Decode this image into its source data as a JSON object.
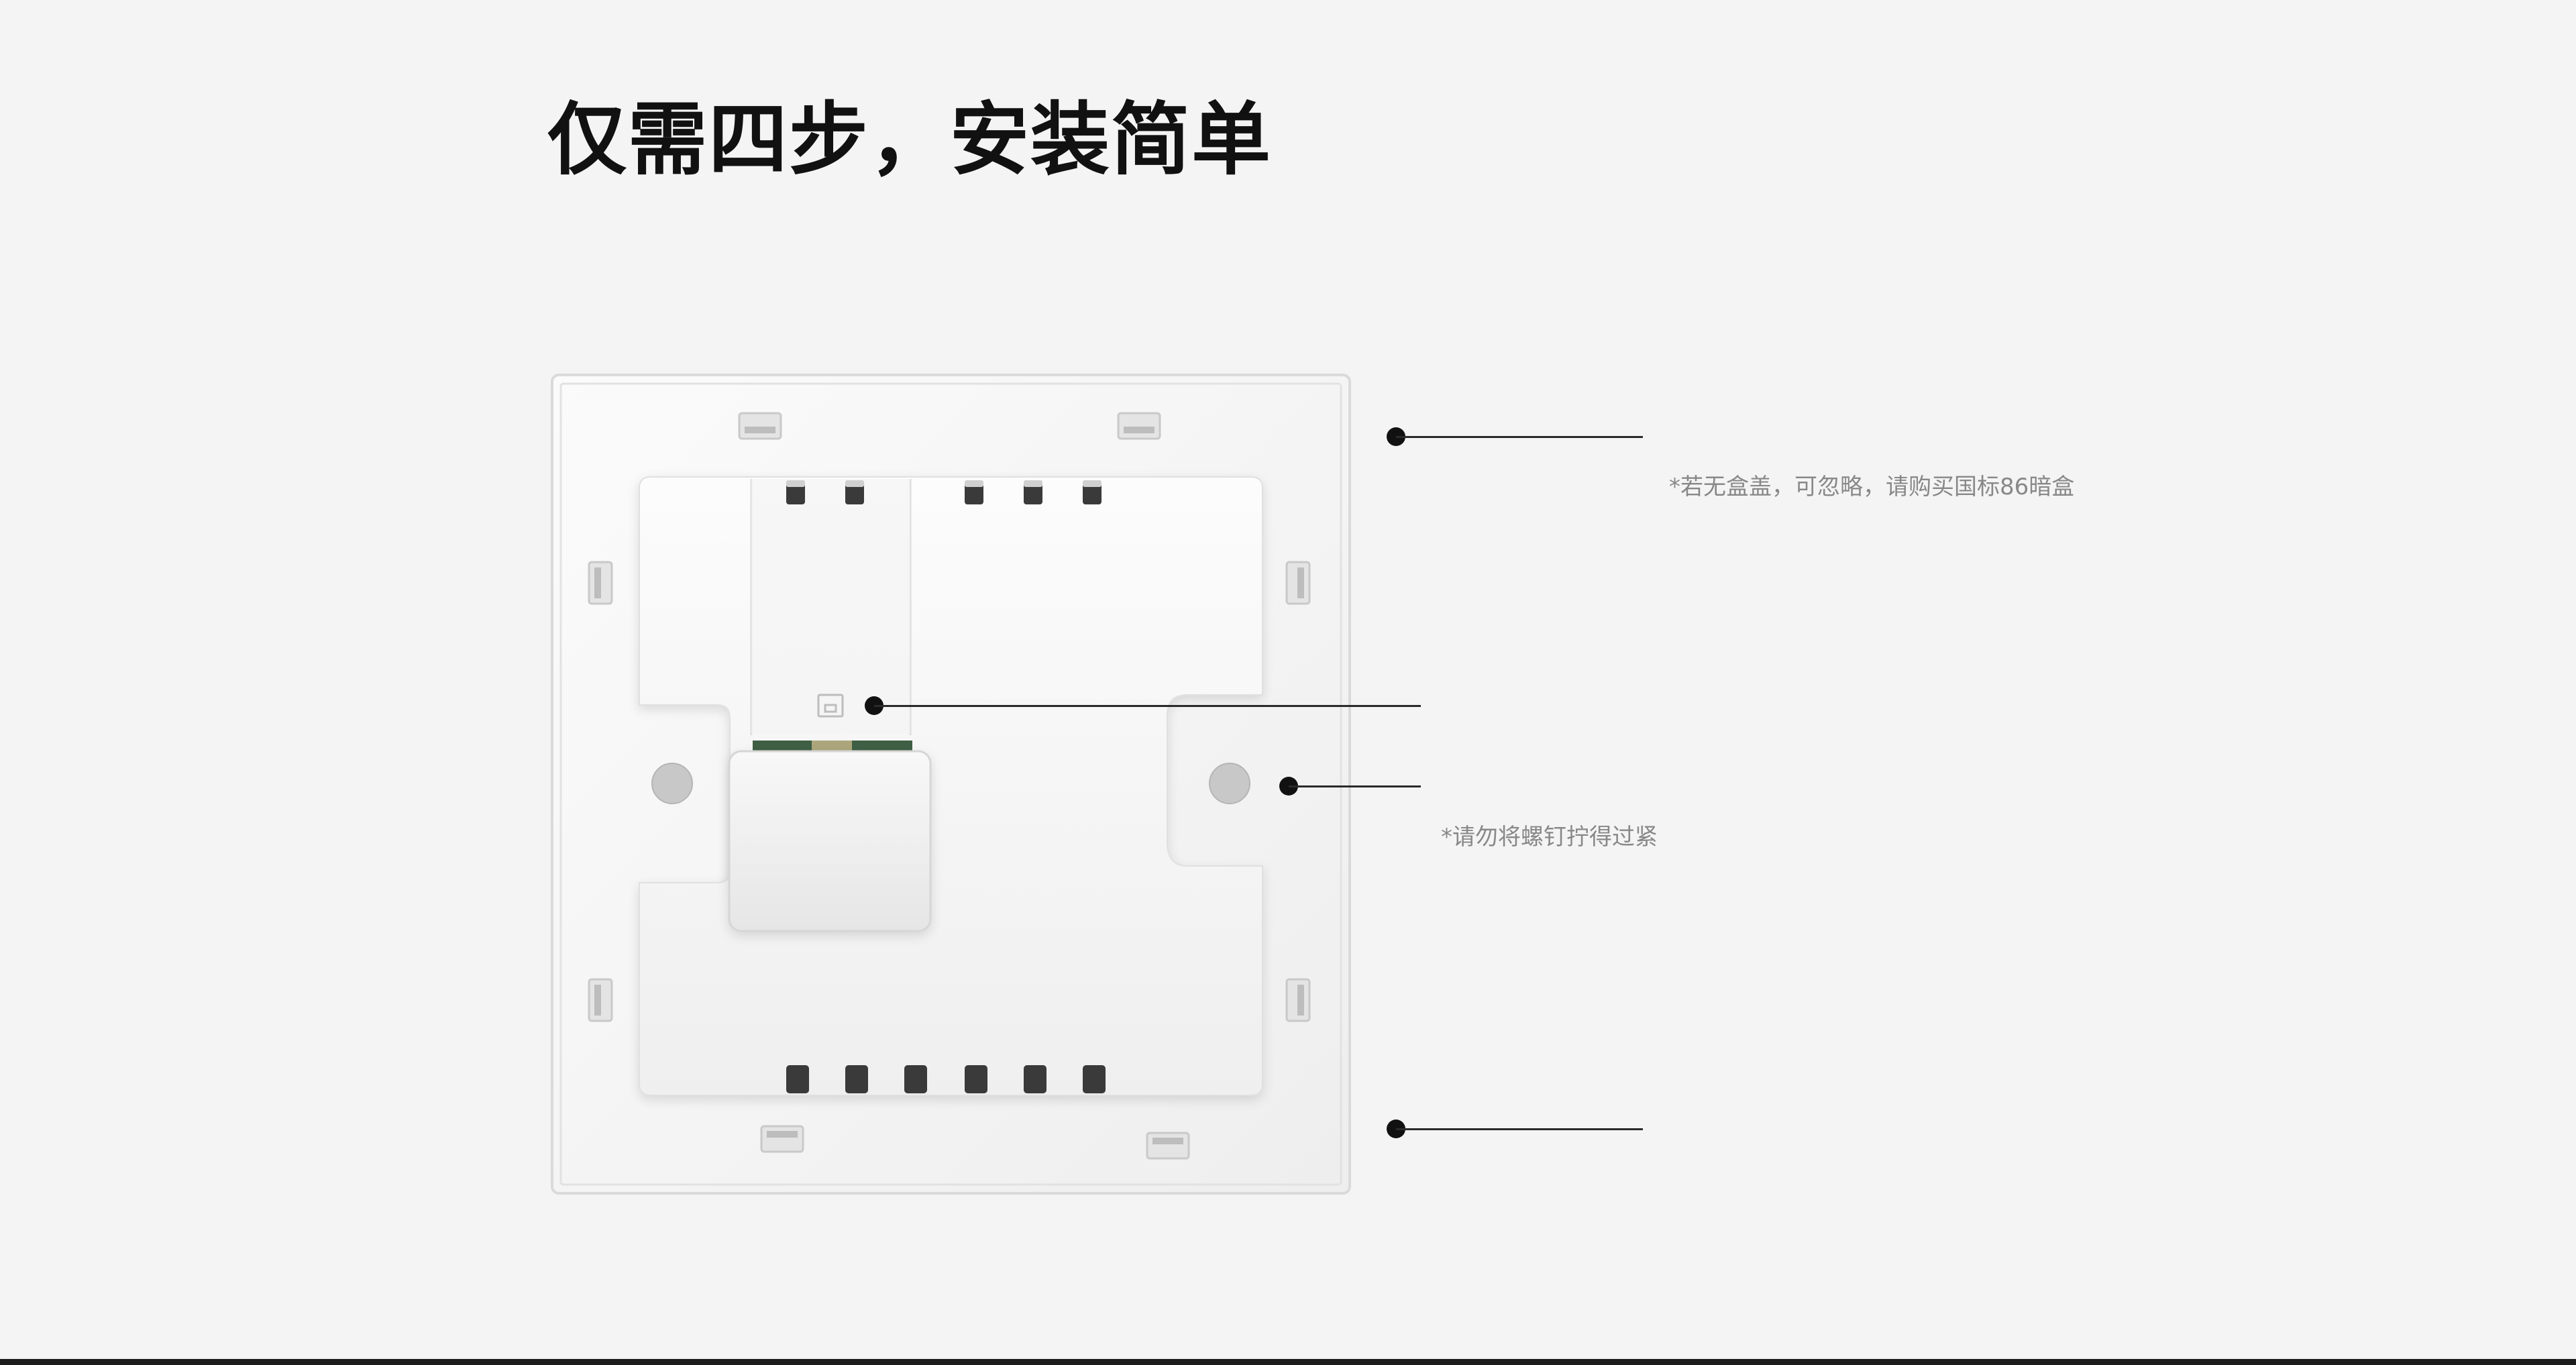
{
  "title": "仅需四步，安装简单",
  "notes": {
    "box_note": "*若无盒盖，可忽略，请购买国标86暗盒",
    "screw_note": "*请勿将螺钉拧得过紧"
  },
  "colors": {
    "background": "#f4f4f4",
    "plate": "#f6f6f6",
    "callout": "#111111",
    "note_text": "#888888"
  },
  "icons": {
    "network_port": "ethernet-port-glyph"
  }
}
